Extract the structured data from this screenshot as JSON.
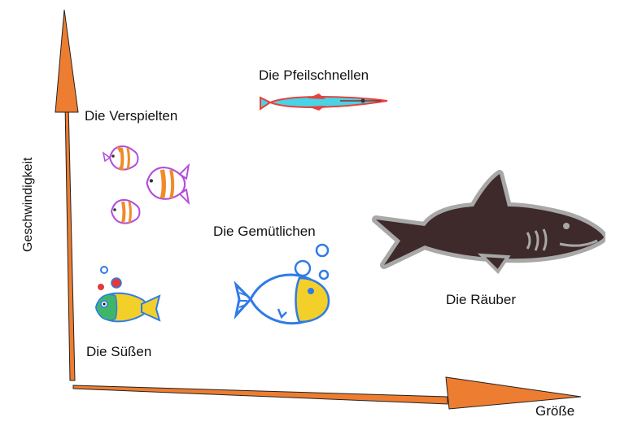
{
  "axes": {
    "y_label": "Geschwindigkeit",
    "x_label": "Größe",
    "arrow_color": "#ED7D31"
  },
  "groups": [
    {
      "label": "Die Pfeilschnellen",
      "icon": "needlefish-icon"
    },
    {
      "label": "Die Verspielten",
      "icon": "angelfish-icon"
    },
    {
      "label": "Die Gemütlichen",
      "icon": "goldfish-outline-icon"
    },
    {
      "label": "Die Süßen",
      "icon": "cute-fish-icon"
    },
    {
      "label": "Die Räuber",
      "icon": "shark-icon"
    }
  ]
}
